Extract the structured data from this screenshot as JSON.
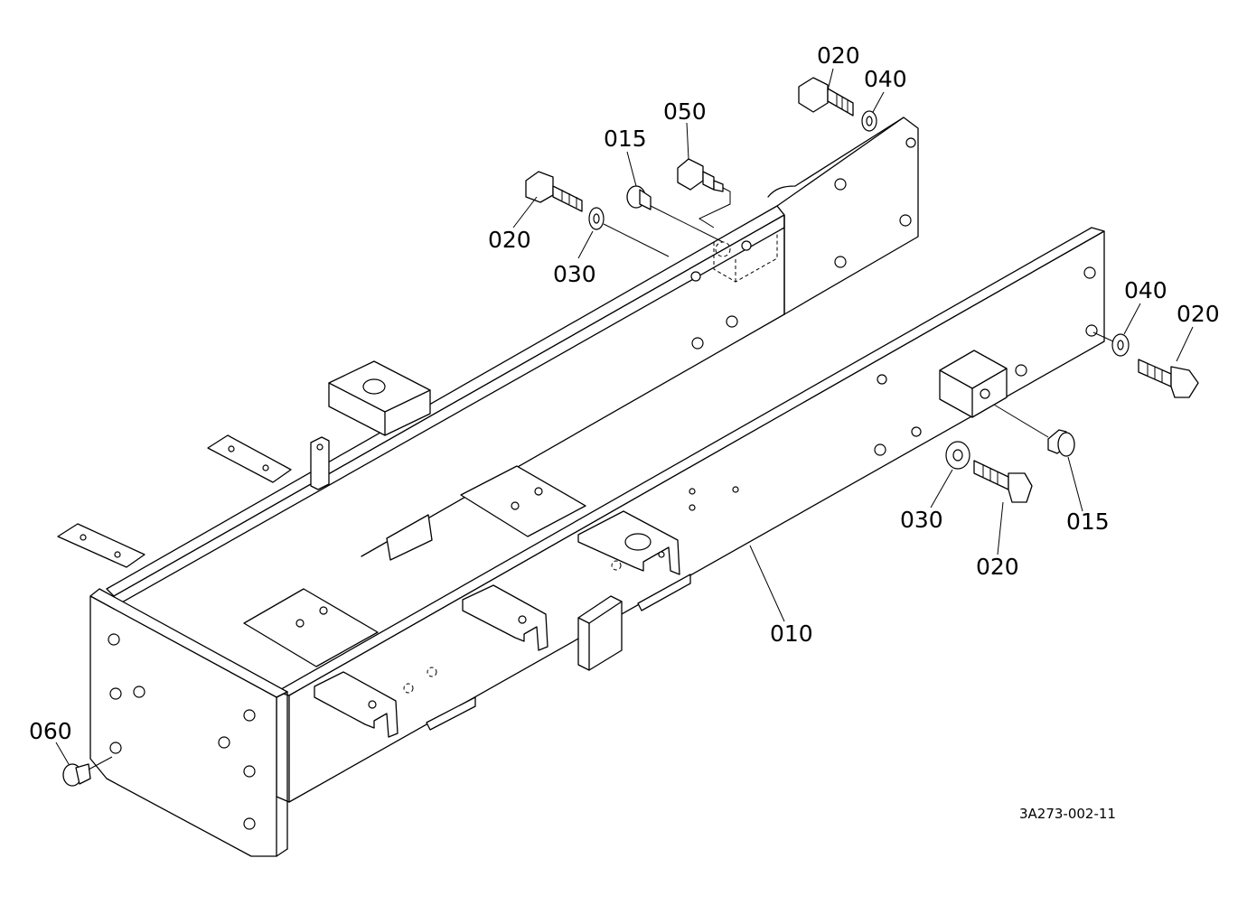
{
  "drawing_code": "3A273-002-11",
  "callouts": [
    {
      "id": "c-020-top",
      "text": "020"
    },
    {
      "id": "c-040-top",
      "text": "040"
    },
    {
      "id": "c-050",
      "text": "050"
    },
    {
      "id": "c-015-top",
      "text": "015"
    },
    {
      "id": "c-020-left",
      "text": "020"
    },
    {
      "id": "c-030-left",
      "text": "030"
    },
    {
      "id": "c-040-right",
      "text": "040"
    },
    {
      "id": "c-020-right",
      "text": "020"
    },
    {
      "id": "c-015-right",
      "text": "015"
    },
    {
      "id": "c-030-right",
      "text": "030"
    },
    {
      "id": "c-020-bottom",
      "text": "020"
    },
    {
      "id": "c-010",
      "text": "010"
    },
    {
      "id": "c-060",
      "text": "060"
    }
  ]
}
